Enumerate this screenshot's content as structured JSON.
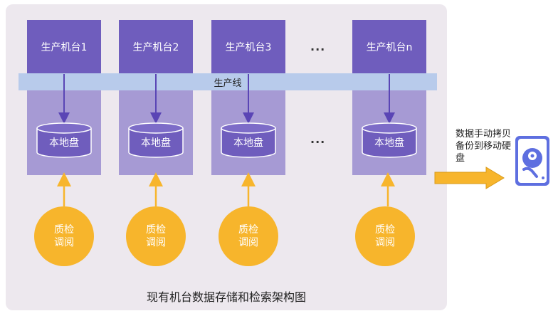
{
  "machines": [
    {
      "label": "生产机台1"
    },
    {
      "label": "生产机台2"
    },
    {
      "label": "生产机台3"
    },
    {
      "label": "生产机台n"
    }
  ],
  "ellipsis": "...",
  "production_line": "生产线",
  "local_disk": "本地盘",
  "qc_lines": [
    "质检",
    "调阅"
  ],
  "caption": "现有机台数据存储和检索架构图",
  "backup_text": "数据手动拷贝备份到移动硬盘",
  "icons": {
    "disk": "cylinder-disk-icon",
    "drive": "portable-hard-drive-icon"
  },
  "colors": {
    "machine": "#6f5dbd",
    "column": "#a69ad4",
    "production_line": "#b8cbeb",
    "qc": "#f7b52c",
    "drive": "#5e6fe0"
  }
}
